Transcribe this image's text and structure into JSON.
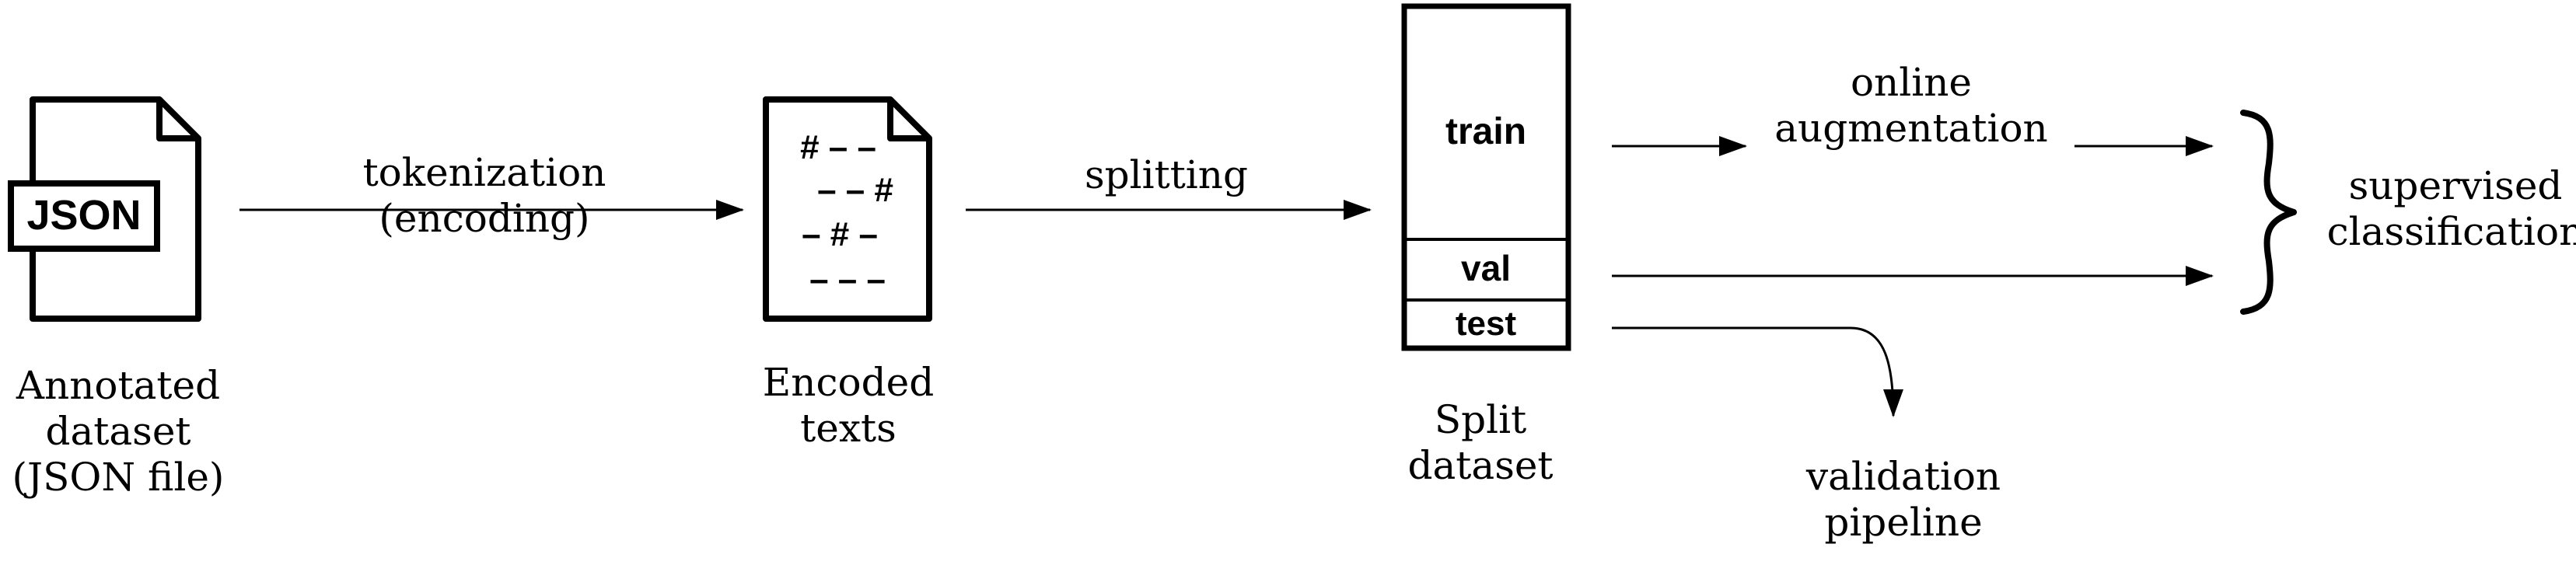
{
  "json_icon": {
    "badge": "JSON"
  },
  "labels": {
    "annotated_dataset": [
      "Annotated",
      "dataset",
      "(JSON file)"
    ],
    "tokenization": [
      "tokenization",
      "(encoding)"
    ],
    "encoded_texts": [
      "Encoded",
      "texts"
    ],
    "splitting": "splitting",
    "split_dataset": [
      "Split",
      "dataset"
    ],
    "online_augmentation": [
      "online",
      "augmentation"
    ],
    "supervised_classification": [
      "supervised",
      "classification"
    ],
    "validation_pipeline": [
      "validation",
      "pipeline"
    ]
  },
  "encoded_doc": {
    "line1": "# – –",
    "line2": "– – #",
    "line3": "– # –",
    "line4": "– – –"
  },
  "split_box": {
    "train": "train",
    "val": "val",
    "test": "test"
  }
}
